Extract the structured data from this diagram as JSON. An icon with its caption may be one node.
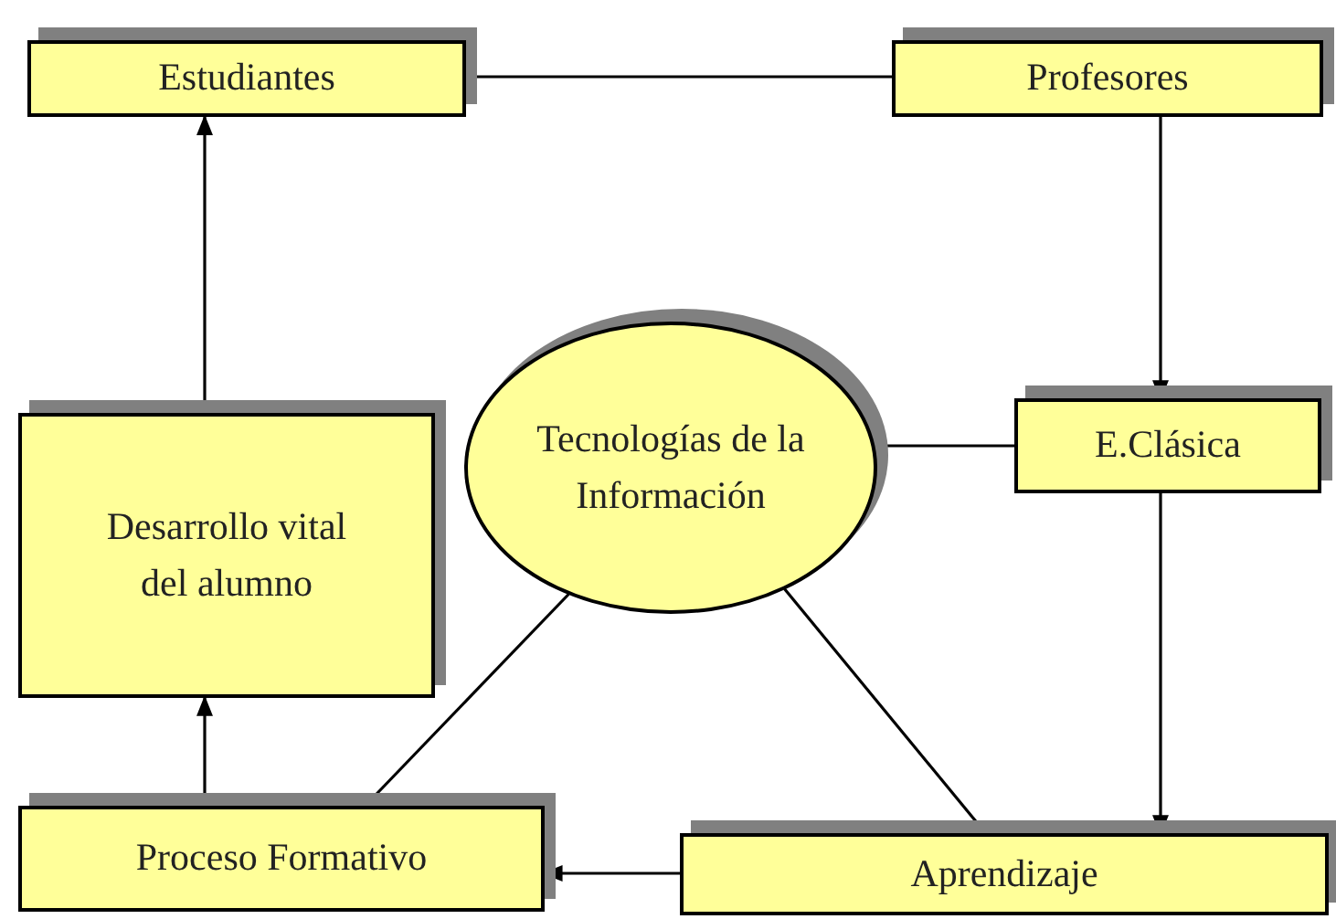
{
  "diagram": {
    "nodes": [
      {
        "text": [
          "Estudiantes"
        ]
      },
      {
        "text": [
          "Profesores"
        ]
      },
      {
        "text": [
          "Tecnologías de la Información"
        ]
      },
      {
        "text": [
          "E.Clásica"
        ]
      },
      {
        "text": [
          "Desarrollo vital del alumno"
        ]
      },
      {
        "text": [
          "Proceso Formativo"
        ]
      },
      {
        "text": [
          "Aprendizaje"
        ]
      }
    ],
    "edges": [
      {
        "from": 0,
        "to": 1,
        "arrow": "none"
      },
      {
        "from": 1,
        "to": 3,
        "arrow": "to"
      },
      {
        "from": 2,
        "to": 3,
        "arrow": "none"
      },
      {
        "from": 3,
        "to": 6,
        "arrow": "to"
      },
      {
        "from": 6,
        "to": 5,
        "arrow": "to"
      },
      {
        "from": 5,
        "to": 4,
        "arrow": "to"
      },
      {
        "from": 4,
        "to": 0,
        "arrow": "to"
      },
      {
        "from": 5,
        "to": 2,
        "arrow": "none"
      },
      {
        "from": 6,
        "to": 2,
        "arrow": "none"
      }
    ]
  }
}
